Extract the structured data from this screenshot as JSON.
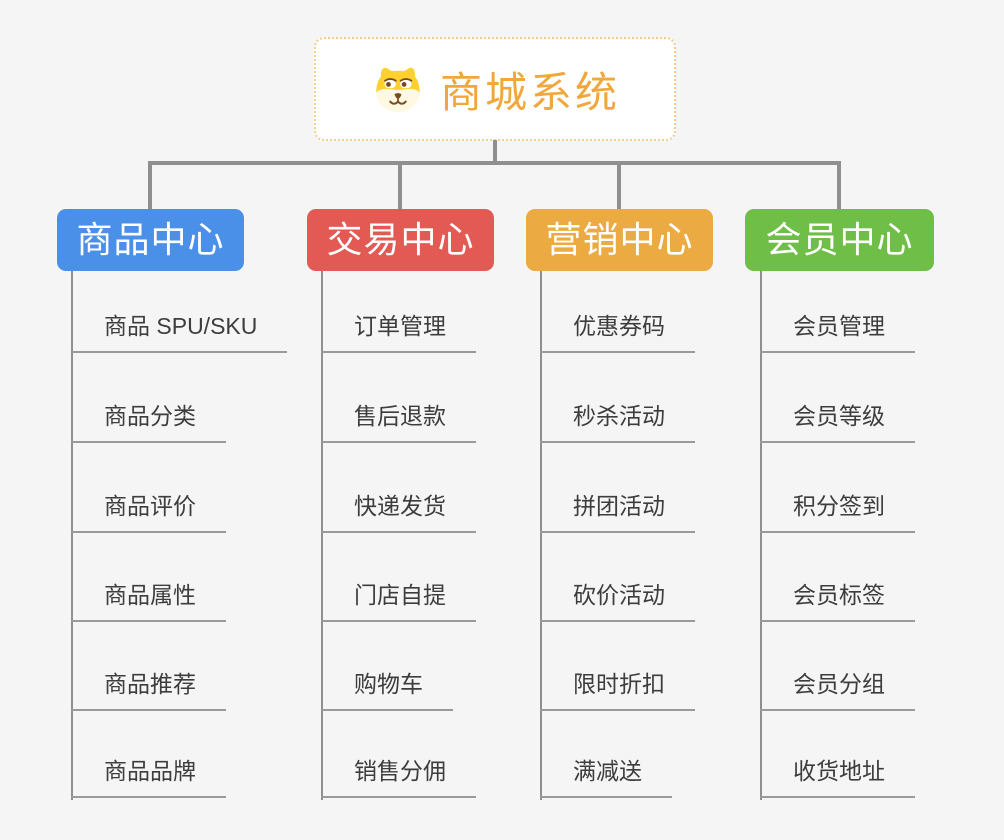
{
  "page": {
    "background": "#F5F5F5"
  },
  "root": {
    "title": "商城系统",
    "icon": "dog-face-icon",
    "title_color": "#F0A73C",
    "border_color": "#F3CB8C"
  },
  "connector": {
    "color": "#8F8F8F"
  },
  "leaf": {
    "text_color": "#3D3D3D",
    "underline_color": "#9A9A9A"
  },
  "columns": [
    {
      "id": "product",
      "header": {
        "label": "商品中心",
        "color": "#4B90E8"
      },
      "items": [
        "商品 SPU/SKU",
        "商品分类",
        "商品评价",
        "商品属性",
        "商品推荐",
        "商品品牌"
      ]
    },
    {
      "id": "trade",
      "header": {
        "label": "交易中心",
        "color": "#E25A53"
      },
      "items": [
        "订单管理",
        "售后退款",
        "快递发货",
        "门店自提",
        "购物车",
        "销售分佣"
      ]
    },
    {
      "id": "marketing",
      "header": {
        "label": "营销中心",
        "color": "#EBAA42"
      },
      "items": [
        "优惠券码",
        "秒杀活动",
        "拼团活动",
        "砍价活动",
        "限时折扣",
        "满减送"
      ]
    },
    {
      "id": "member",
      "header": {
        "label": "会员中心",
        "color": "#6FBE48"
      },
      "items": [
        "会员管理",
        "会员等级",
        "积分签到",
        "会员标签",
        "会员分组",
        "收货地址"
      ]
    }
  ]
}
